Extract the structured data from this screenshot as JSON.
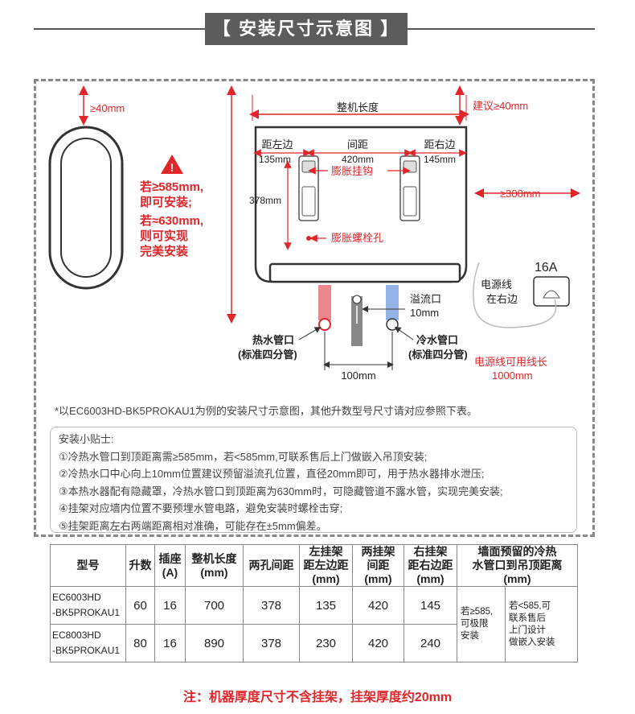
{
  "title": "【 安装尺寸示意图 】",
  "dims": {
    "top_clear": "≥40mm",
    "total_length": "整机长度",
    "suggest_right": "建议≥40mm",
    "left_label": "距左边",
    "left_val": "135mm",
    "spacing_label": "间距",
    "spacing_val": "420mm",
    "right_label": "距右边",
    "right_val": "145mm",
    "hook": "膨胀挂钩",
    "h378": "378mm",
    "bolt": "膨胀螺栓孔",
    "right_300": "≥300mm",
    "overflow": "溢流口",
    "overflow_10": "10mm",
    "hot_pipe": "热水管口",
    "hot_std": "(标准四分管)",
    "cold_pipe": "冷水管口",
    "cold_std": "(标准四分管)",
    "pipe_spacing": "100mm",
    "socket": "16A",
    "power_pos_1": "电源线",
    "power_pos_2": "在右边",
    "power_len_1": "电源线可用线长",
    "power_len_2": "1000mm"
  },
  "warning": {
    "l1": "若≥585mm,",
    "l2": "即可安装;",
    "l3": "若≈630mm,",
    "l4": "则可实现",
    "l5": "完美安装"
  },
  "note": "*以EC6003HD-BK5PROKAU1为例的安装尺寸示意图，其他升数型号尺寸请对应参照下表。",
  "tips": [
    "安装小贴士:",
    "①冷热水管口到顶距离需≥585mm，若<585mm,可联系售后上门做嵌入吊顶安装;",
    "②冷热水口中心向上10mm位置建议预留溢流孔位置，直径20mm即可，用于热水器排水泄压;",
    "③本热水器配有隐藏罩，冷热水管口到顶距离为630mm时，可隐藏管道不露水管，实现完美安装;",
    "④挂架对应墙内位置不要预埋水管电路，避免安装时螺栓击穿;",
    "⑤挂架距离左右两端距离相对准确，可能存在±5mm偏差。"
  ],
  "table": {
    "headers": [
      "型号",
      "升数",
      "插座\n(A)",
      "整机长度\n(mm)",
      "两孔间距",
      "左挂架\n距左边距\n(mm)",
      "两挂架\n间距\n(mm)",
      "右挂架\n距右边距\n(mm)",
      "墙面预留的冷热\n水管口到吊顶距离\n(mm)"
    ],
    "rows": [
      {
        "model_1": "EC6003HD",
        "model_2": "-BK5PROKAU1",
        "liters": "60",
        "socket": "16",
        "length": "700",
        "holes": "378",
        "left": "135",
        "spacing": "420",
        "right": "145"
      },
      {
        "model_1": "EC8003HD",
        "model_2": "-BK5PROKAU1",
        "liters": "80",
        "socket": "16",
        "length": "890",
        "holes": "378",
        "left": "230",
        "spacing": "420",
        "right": "240"
      }
    ],
    "ceiling_ge": "若≥585,\n可极限\n安装",
    "ceiling_lt": "若<585,可\n联系售后\n上门设计\n做嵌入安装"
  },
  "footer": "注：机器厚度尺寸不含挂架，挂架厚度约20mm",
  "colors": {
    "accent": "#e0262a",
    "title_bg": "#5c5c5c",
    "hot": "#e8737a",
    "cold": "#7ea6e0"
  }
}
